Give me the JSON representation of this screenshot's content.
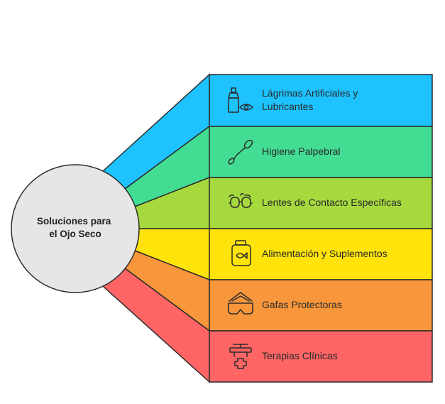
{
  "center": {
    "lines": [
      "Soluciones para",
      "el Ojo Seco"
    ],
    "fill": "#e6e6e6"
  },
  "items": [
    {
      "lines": [
        "Lágrimas Artificiales y",
        "Lubricantes"
      ],
      "color": "#1ec2ff",
      "icon": "eye-drops-icon"
    },
    {
      "lines": [
        "Higiene Palpebral"
      ],
      "color": "#43dc93",
      "icon": "swab-icon"
    },
    {
      "lines": [
        "Lentes de Contacto Específicas"
      ],
      "color": "#a6d93d",
      "icon": "contact-lenses-icon"
    },
    {
      "lines": [
        "Alimentación y Suplementos"
      ],
      "color": "#ffe30b",
      "icon": "supplement-jar-icon"
    },
    {
      "lines": [
        "Gafas Protectoras"
      ],
      "color": "#f7963a",
      "icon": "protective-goggles-icon"
    },
    {
      "lines": [
        "Terapias Clínicas"
      ],
      "color": "#ff6565",
      "icon": "clinical-therapy-icon"
    }
  ]
}
